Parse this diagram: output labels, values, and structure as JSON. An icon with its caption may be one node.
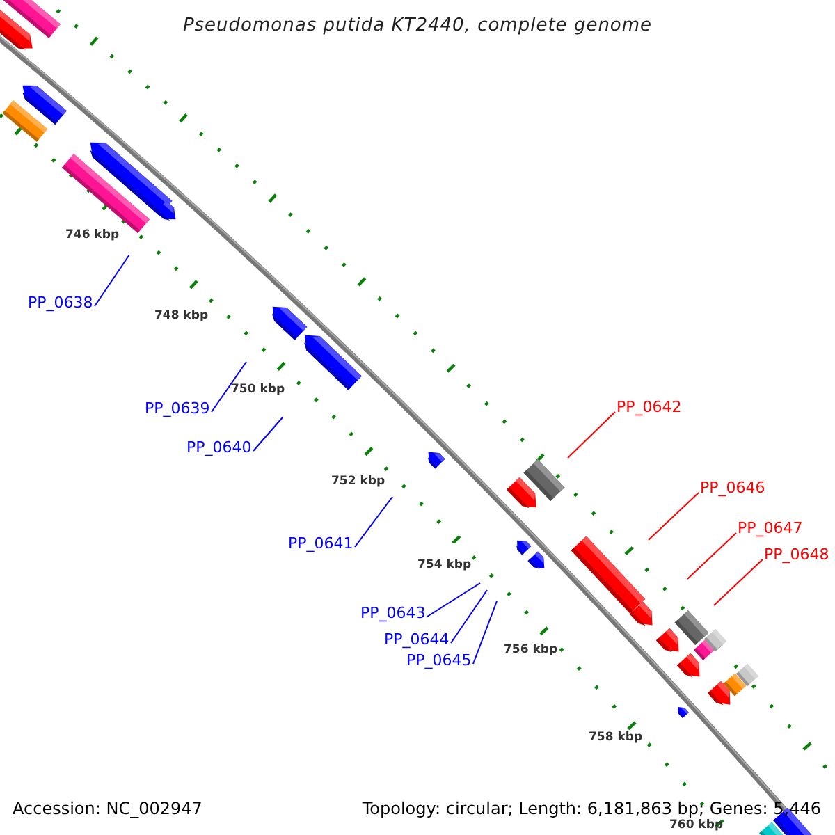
{
  "diagram": {
    "title": "Pseudomonas putida KT2440, complete genome",
    "nodes": [
      {
        "text": [
          "PP_0638"
        ]
      },
      {
        "text": [
          "PP_0639"
        ]
      },
      {
        "text": [
          "PP_0640"
        ]
      },
      {
        "text": [
          "PP_0641"
        ]
      },
      {
        "text": [
          "PP_0642"
        ]
      },
      {
        "text": [
          "PP_0643"
        ]
      },
      {
        "text": [
          "PP_0644"
        ]
      },
      {
        "text": [
          "PP_0645"
        ]
      },
      {
        "text": [
          "PP_0646"
        ]
      },
      {
        "text": [
          "PP_0647"
        ]
      },
      {
        "text": [
          "PP_0648"
        ]
      }
    ],
    "edges": [
      {
        "from": 0,
        "to": null,
        "arrow": "none"
      },
      {
        "from": 1,
        "to": null,
        "arrow": "none"
      },
      {
        "from": 2,
        "to": null,
        "arrow": "none"
      },
      {
        "from": 3,
        "to": null,
        "arrow": "none"
      },
      {
        "from": 4,
        "to": null,
        "arrow": "none",
        "color": "#ff0000"
      },
      {
        "from": 5,
        "to": null,
        "arrow": "none"
      },
      {
        "from": 6,
        "to": null,
        "arrow": "none"
      },
      {
        "from": 7,
        "to": null,
        "arrow": "none"
      },
      {
        "from": 8,
        "to": null,
        "arrow": "none",
        "color": "#ff0000"
      },
      {
        "from": 9,
        "to": null,
        "arrow": "none",
        "color": "#ff0000"
      },
      {
        "from": 10,
        "to": null,
        "arrow": "none",
        "color": "#ff0000"
      }
    ],
    "labels": [
      "746 kbp",
      "748 kbp",
      "750 kbp",
      "752 kbp",
      "754 kbp",
      "756 kbp",
      "758 kbp",
      "760 kbp",
      "Accession: NC_002947",
      "Topology: circular; Length: 6,181,863 bp; Genes: 5,446"
    ]
  }
}
